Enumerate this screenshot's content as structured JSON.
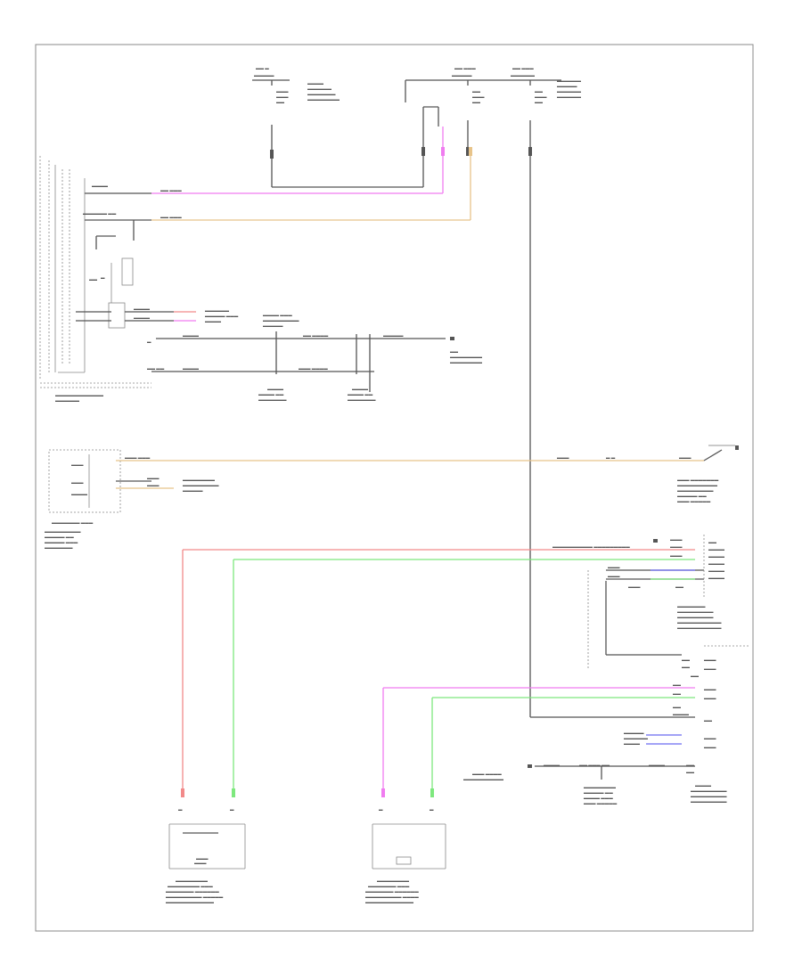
{
  "diagram": {
    "footer_code": "",
    "components": [
      {
        "id": "combination-meter",
        "label": ""
      },
      {
        "id": "steering-wheel",
        "label": ""
      },
      {
        "id": "occupant-detection-ecu",
        "label": ""
      },
      {
        "id": "buckle-switch-right",
        "label": ""
      },
      {
        "id": "buckle-switch-left",
        "label": ""
      },
      {
        "id": "door-courtesy-switch",
        "label": ""
      },
      {
        "id": "main-body-ecu",
        "label": ""
      }
    ],
    "colors": {
      "pink": "#f07cf0",
      "tan": "#e8c48a",
      "red": "#f28a8a",
      "green": "#7ee87e",
      "blue": "#6a6af0",
      "black": "#555555"
    }
  }
}
